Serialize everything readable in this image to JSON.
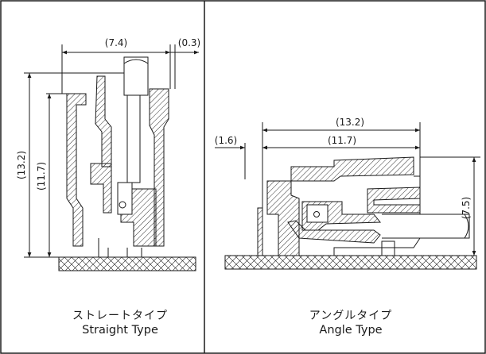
{
  "straight": {
    "title_jp": "ストレートタイプ",
    "title_en": "Straight Type",
    "dim_width": "(7.4)",
    "dim_offset": "(0.3)",
    "dim_height_total": "(13.2)",
    "dim_height_body": "(11.7)"
  },
  "angle": {
    "title_jp": "アングルタイプ",
    "title_en": "Angle Type",
    "dim_length_total": "(13.2)",
    "dim_length_body": "(11.7)",
    "dim_offset": "(1.6)",
    "dim_height": "(7.5)"
  },
  "colors": {
    "line": "#1a1a1a",
    "background": "#ffffff"
  }
}
